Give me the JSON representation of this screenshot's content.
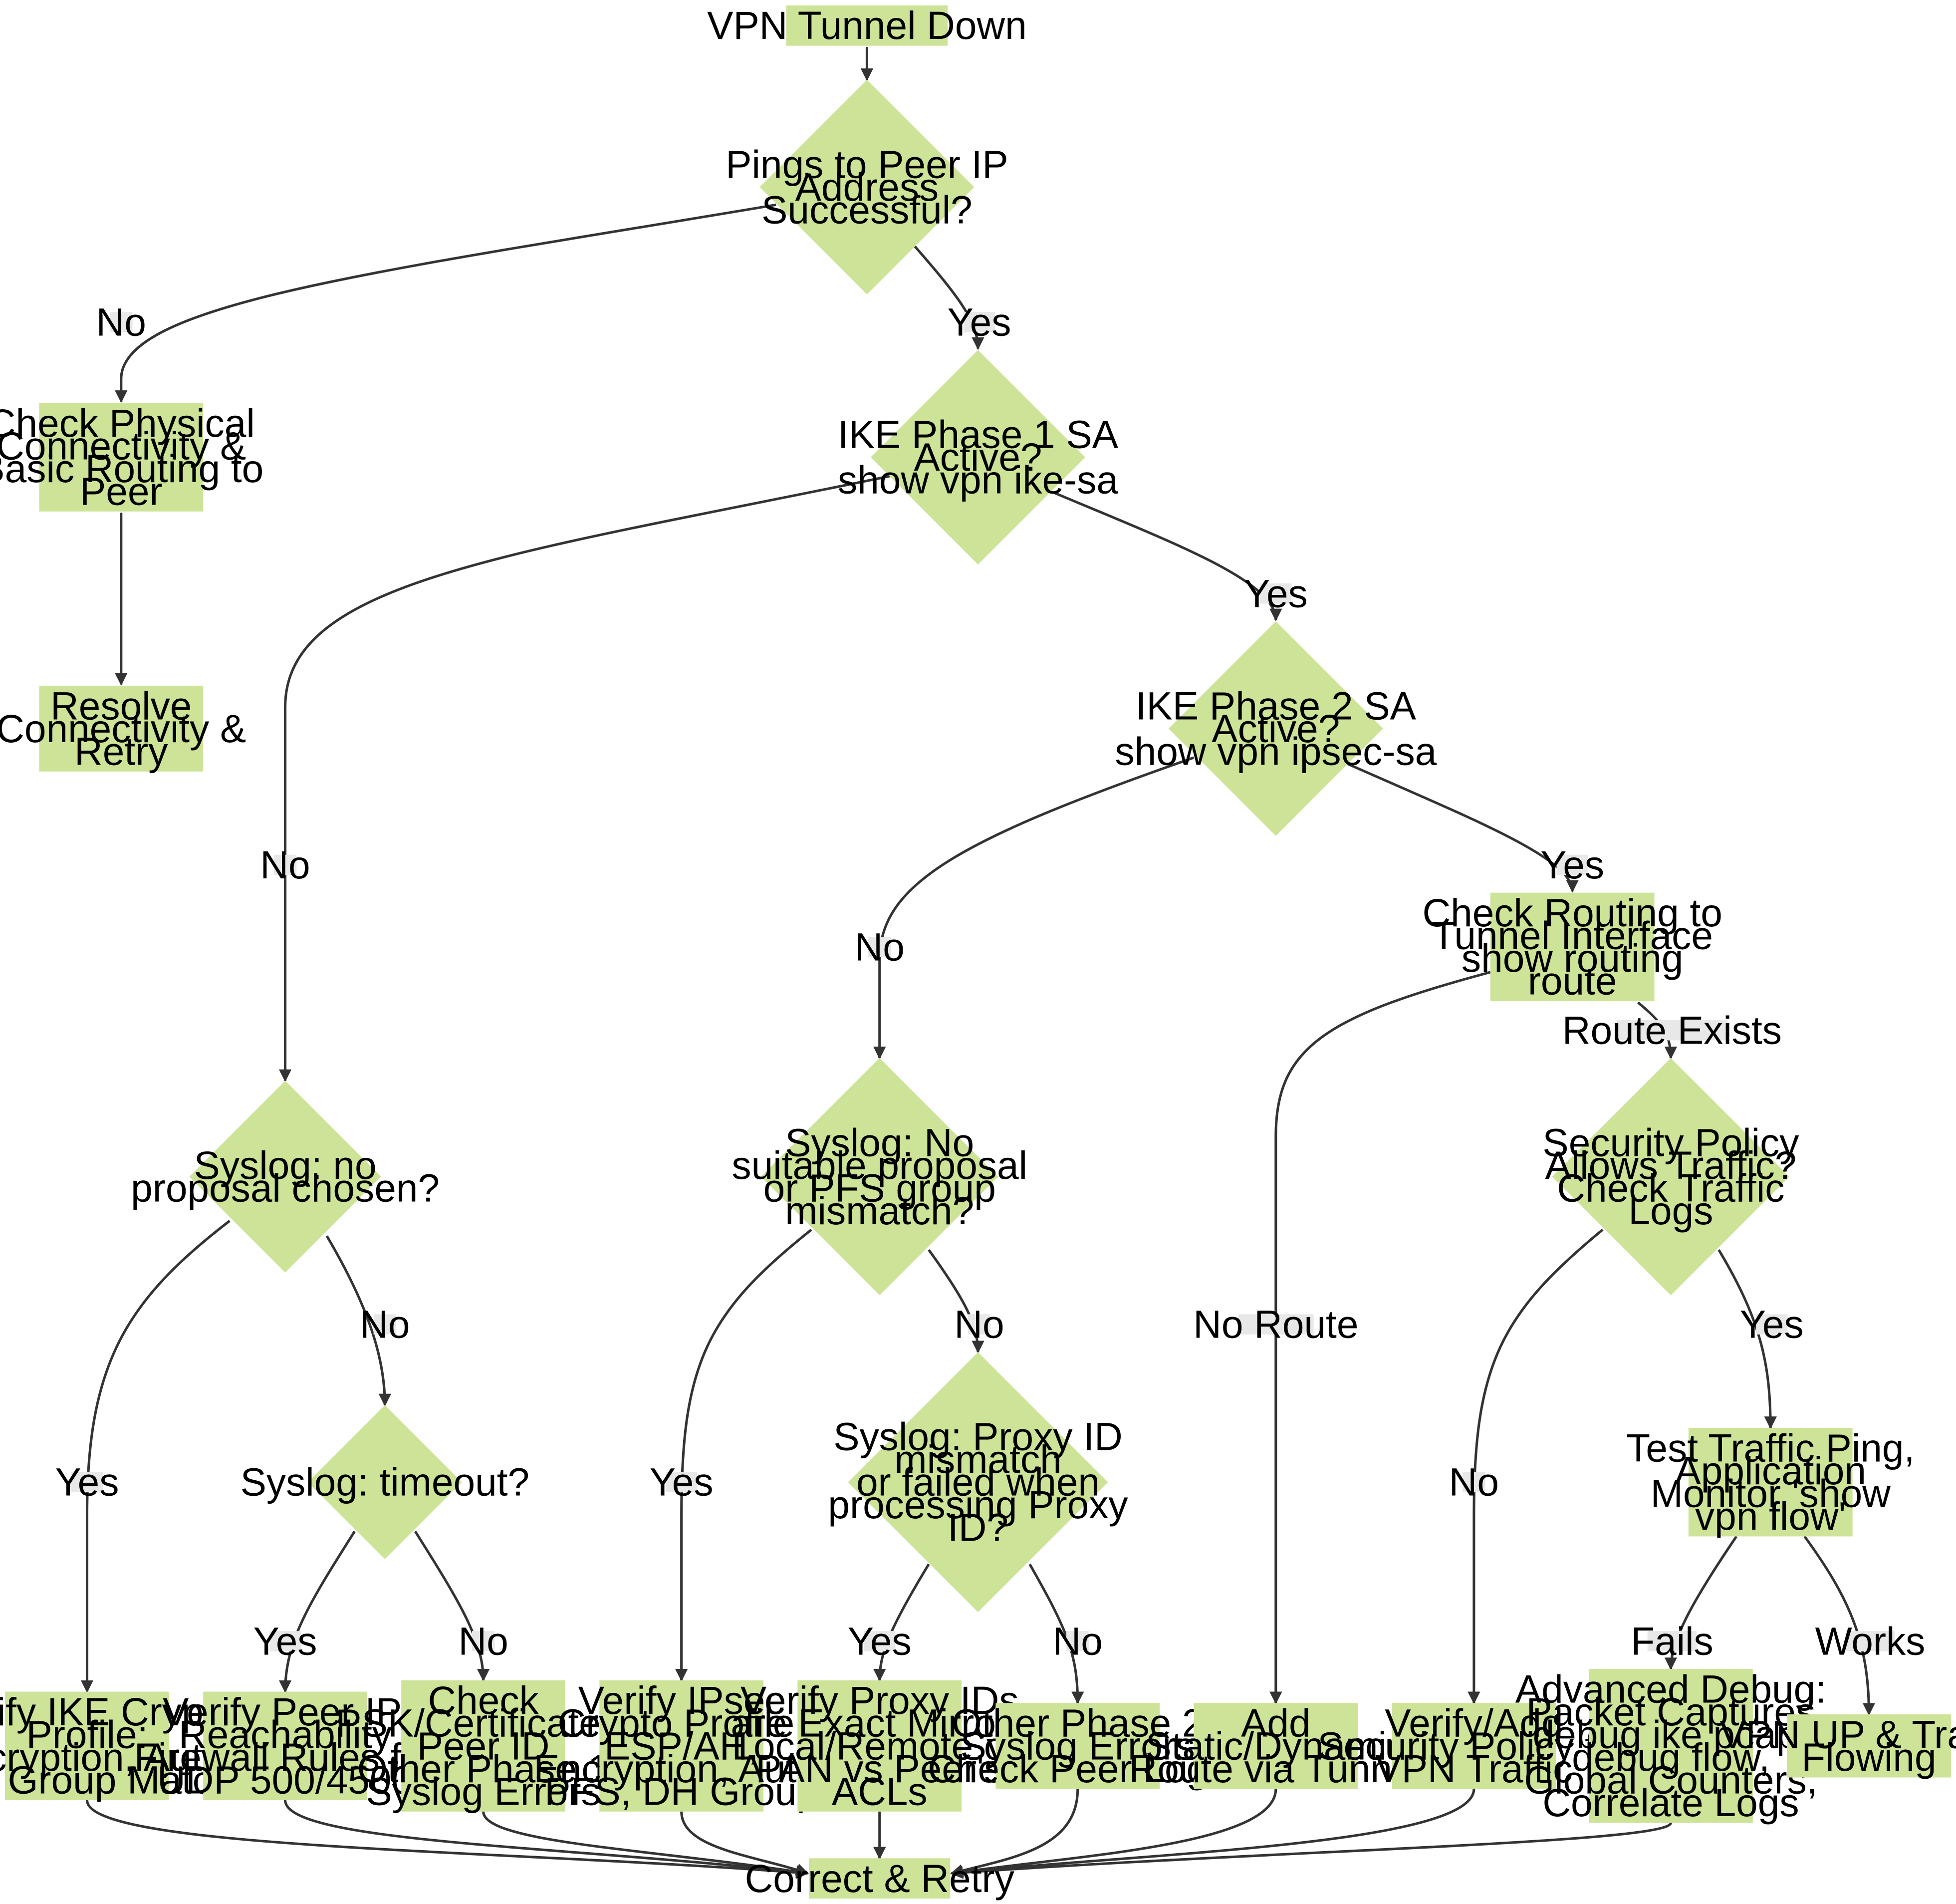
{
  "nodes": {
    "start": [
      "VPN Tunnel Down"
    ],
    "ping": [
      "Pings to Peer IP",
      "Address",
      "Successful?"
    ],
    "phys": [
      "Check Physical",
      "Connectivity &",
      "Basic Routing to",
      "Peer"
    ],
    "resolve": [
      "Resolve",
      "Connectivity &",
      "Retry"
    ],
    "ike1": [
      "IKE Phase 1 SA",
      "Active?",
      "show vpn ike-sa"
    ],
    "ike2": [
      "IKE Phase 2 SA",
      "Active?",
      "show vpn ipsec-sa"
    ],
    "route": [
      "Check Routing to",
      "Tunnel Interface",
      "show routing",
      "route"
    ],
    "noprop": [
      "Syslog: no",
      "proposal chosen?"
    ],
    "timeout": [
      "Syslog: timeout?"
    ],
    "nosuit": [
      "Syslog: No",
      "suitable proposal",
      "or PFS group",
      "mismatch?"
    ],
    "proxy": [
      "Syslog: Proxy ID",
      "mismatch",
      "or failed when",
      "processing Proxy",
      "ID?"
    ],
    "secpol": [
      "Security Policy",
      "Allows Traffic?",
      "Check Traffic",
      "Logs"
    ],
    "test": [
      "Test Traffic Ping,",
      "Application",
      "Monitor 'show",
      "vpn flow'"
    ],
    "verike": [
      "Verify IKE Crypto",
      "Profile:",
      "Encryption, Auth,",
      "DH Group Match"
    ],
    "verpeer": [
      "Verify Peer IP,",
      "Reachability",
      "Firewall Rules for",
      "UDP 500/4500"
    ],
    "chkpsk": [
      "Check",
      "PSK/Certificates,",
      "Peer ID",
      "Other Phase 1",
      "Syslog Errors"
    ],
    "veripsec": [
      "Verify IPsec",
      "Crypto Profile:",
      "ESP/AH,",
      "Encryption, Auth,",
      "PFS, DH Group"
    ],
    "verproxy": [
      "Verify Proxy IDs",
      "are Exact Mirrors",
      "Local/Remote on",
      "PAN vs Peer's",
      "ACLs"
    ],
    "other2": [
      "Other Phase 2",
      "Syslog Errors",
      "Check Peer Logs"
    ],
    "addroute": [
      "Add",
      "Static/Dynamic",
      "Route via Tunnel"
    ],
    "addpol": [
      "Verify/Add",
      "Security Policy for",
      "VPN Traffic"
    ],
    "advdebug": [
      "Advanced Debug:",
      "Packet Captures",
      "debug ike pcap,",
      "debug flow,",
      "Global Counters,",
      "Correlate Logs"
    ],
    "vpnup": [
      "VPN UP & Traffic",
      "Flowing"
    ],
    "retry": [
      "Correct & Retry"
    ]
  },
  "edge_labels": {
    "ping_no": "No",
    "ping_yes": "Yes",
    "ike1_no": "No",
    "ike1_yes": "Yes",
    "ike2_no": "No",
    "ike2_yes": "Yes",
    "route_none": "No Route",
    "route_exists": "Route Exists",
    "noprop_yes": "Yes",
    "noprop_no": "No",
    "timeout_yes": "Yes",
    "timeout_no": "No",
    "nosuit_yes": "Yes",
    "nosuit_no": "No",
    "proxy_yes": "Yes",
    "proxy_no": "No",
    "secpol_no": "No",
    "secpol_yes": "Yes",
    "test_fails": "Fails",
    "test_works": "Works"
  },
  "colors": {
    "node_fill": "#cde498",
    "edge_stroke": "#333333",
    "label_bg": "#e8e8e8"
  }
}
